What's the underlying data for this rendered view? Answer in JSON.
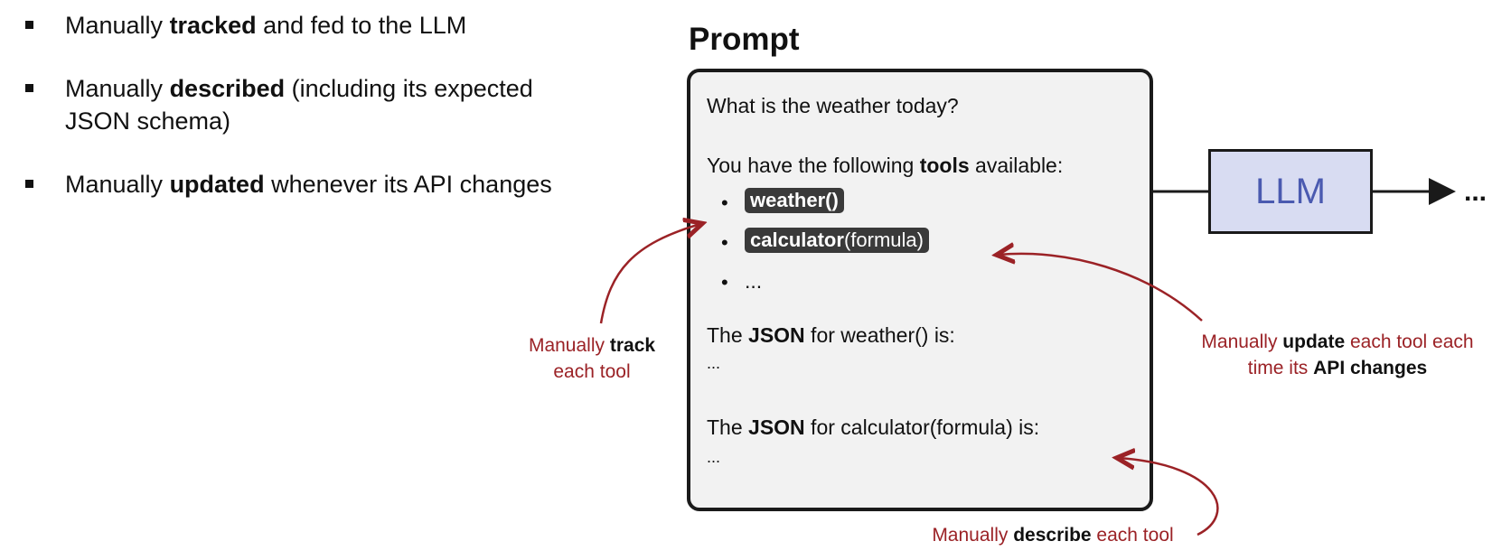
{
  "bullets": [
    {
      "pre": "Manually ",
      "bold": "tracked",
      "post": " and fed to the LLM"
    },
    {
      "pre": "Manually ",
      "bold": "described",
      "post": " (including its expected JSON schema)"
    },
    {
      "pre": "Manually ",
      "bold": "updated",
      "post": " whenever its API changes"
    }
  ],
  "prompt": {
    "title": "Prompt",
    "question": "What is the weather today?",
    "tools_intro_pre": "You have the following ",
    "tools_intro_bold": "tools",
    "tools_intro_post": " available:",
    "tool1_bold": "weather()",
    "tool2_bold": "calculator",
    "tool2_rest": "(formula)",
    "tool_more": "...",
    "json1_pre": "The ",
    "json1_bold": "JSON",
    "json1_post": " for weather() is:",
    "json1_ellipsis": "...",
    "json2_pre": "The ",
    "json2_bold": "JSON",
    "json2_post": " for calculator(formula) is:",
    "json2_ellipsis": "..."
  },
  "llm": {
    "label": "LLM",
    "output": "..."
  },
  "annotations": {
    "track_pre": "Manually ",
    "track_bold": "track",
    "track_post": "each tool",
    "update_pre": "Manually ",
    "update_bold": "update",
    "update_mid": " each tool each",
    "update_line2_pre": "time its ",
    "update_line2_bold": "API changes",
    "describe_pre": "Manually ",
    "describe_bold": "describe",
    "describe_post": " each tool"
  },
  "colors": {
    "annotation": "#9b2226",
    "llm_fill": "#d8dcf2",
    "llm_text": "#4a5ab0",
    "chip": "#3a3a3a"
  }
}
